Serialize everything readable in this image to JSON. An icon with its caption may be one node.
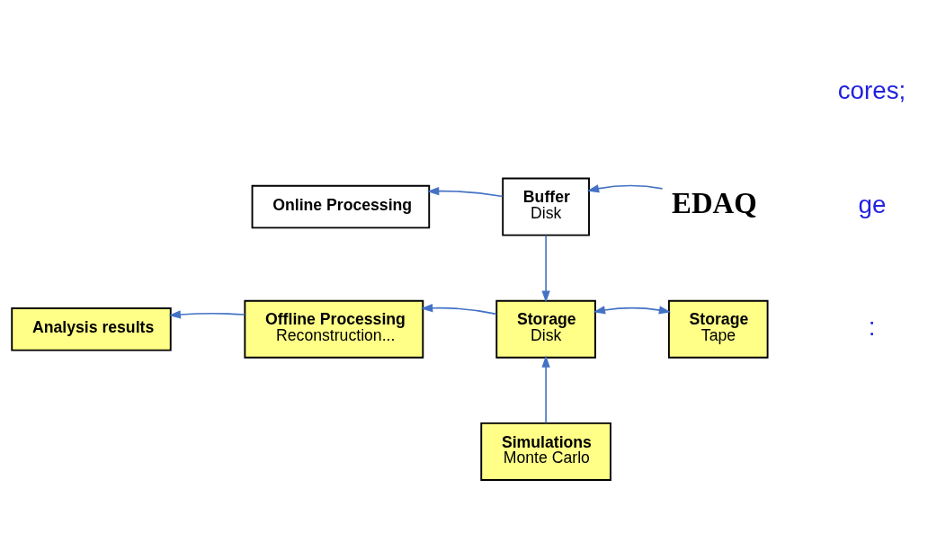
{
  "diagram": {
    "nodes": [
      {
        "text": [
          "Online Processing"
        ]
      },
      {
        "text": [
          "Buffer",
          "Disk"
        ]
      },
      {
        "text": [
          "EDAQ"
        ]
      },
      {
        "text": [
          "Analysis results"
        ]
      },
      {
        "text": [
          "Offline Processing",
          "Reconstruction..."
        ]
      },
      {
        "text": [
          "Storage",
          "Disk"
        ]
      },
      {
        "text": [
          "Storage",
          "Tape"
        ]
      },
      {
        "text": [
          "Simulations",
          "Monte Carlo"
        ]
      }
    ],
    "edges": [
      {
        "from": 2,
        "to": 1,
        "arrow": "to"
      },
      {
        "from": 1,
        "to": 0,
        "arrow": "to"
      },
      {
        "from": 1,
        "to": 5,
        "arrow": "to"
      },
      {
        "from": 5,
        "to": 4,
        "arrow": "to"
      },
      {
        "from": 4,
        "to": 3,
        "arrow": "to"
      },
      {
        "from": 5,
        "to": 6,
        "arrow": "both"
      },
      {
        "from": 7,
        "to": 5,
        "arrow": "to"
      }
    ],
    "labels": [
      "cores;",
      "ge",
      ":"
    ]
  }
}
